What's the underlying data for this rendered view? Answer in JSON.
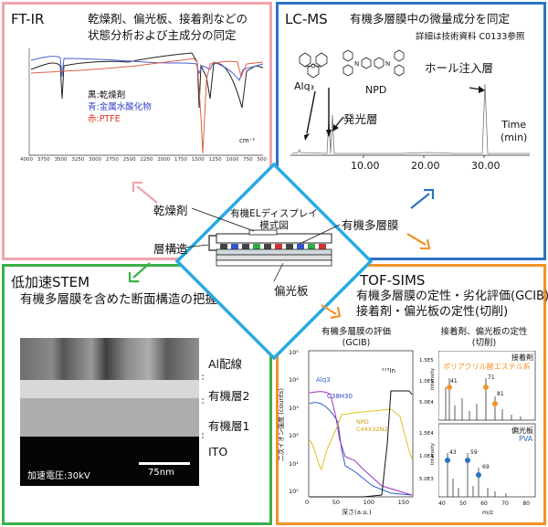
{
  "colors": {
    "ftir": "#f2a3ad",
    "lcms": "#2a73c4",
    "stem": "#3cb04a",
    "tofsims": "#f4922a",
    "diamond": "#29a9e1"
  },
  "ftir": {
    "title": "FT-IR",
    "desc": [
      "乾燥剤、偏光板、接着剤などの",
      "状態分析および主成分の同定"
    ],
    "legend": [
      "黒:乾燥剤",
      "青:金属水酸化物",
      "赤:PTFE"
    ],
    "unit": "cm⁻¹",
    "ticks": [
      "4000",
      "3750",
      "3500",
      "3250",
      "3000",
      "2750",
      "2500",
      "2250",
      "2000",
      "1750",
      "1500",
      "1250",
      "1000",
      "750",
      "500"
    ]
  },
  "lcms": {
    "title": "LC-MS",
    "desc": "有機多層膜中の微量成分を同定",
    "ref": "詳細は技術資料 C0133参照",
    "labels": {
      "alq3": "Alq₃",
      "npd": "NPD",
      "emit": "発光層",
      "hole": "ホール注入層"
    },
    "time_label": [
      "Time",
      "(min)"
    ],
    "ticks": [
      "10.00",
      "20.00",
      "30.00"
    ]
  },
  "stem": {
    "title": "低加速STEM",
    "desc": "有機多層膜を含めた断面構造の把握",
    "layers": [
      "Al配線",
      "有機層2",
      "有機層1",
      "ITO"
    ],
    "voltage": "加速電圧:30kV",
    "scale": "75nm"
  },
  "center": {
    "title": [
      "有機ELディスプレイ",
      "模式図"
    ],
    "labels": {
      "dry": "乾燥剤",
      "struct": "層構造",
      "multi": "有機多層膜",
      "polar": "偏光板"
    }
  },
  "tof": {
    "title": "TOF-SIMS",
    "desc": [
      "有機多層膜の定性・劣化評価(GCIB)",
      "接着剤・偏光板の定性(切削)"
    ],
    "left": {
      "title": [
        "有機多層膜の評価",
        "(GCIB)"
      ],
      "ylabel": "二次イオン強度 (counts)",
      "xlabel": "深さ(a.u.)",
      "yticks": [
        "10⁵",
        "10⁴",
        "10³",
        "10²",
        "10¹",
        "10⁰"
      ],
      "xticks": [
        "0",
        "50",
        "100",
        "150"
      ],
      "series": [
        "Alq3",
        "C38H30",
        "NPD C44X32N2",
        "¹¹³In"
      ]
    },
    "right": {
      "title": [
        "接着剤、偏光板の定性",
        "(切削)"
      ],
      "top": {
        "name": "接着剤",
        "compound": "ポリアクリル酸エステル系",
        "yticks": [
          "1.5E5",
          "1.0E5",
          "5.0E4"
        ],
        "peaks": [
          "41",
          "71",
          "81"
        ]
      },
      "bottom": {
        "name": "偏光板",
        "compound": "PVA",
        "yticks": [
          "1.5E4",
          "1.0E4",
          "5.0E3"
        ],
        "peaks": [
          "43",
          "59",
          "69"
        ]
      },
      "ylabel": "Intensity",
      "xticks": [
        "40",
        "50",
        "60",
        "70",
        "80"
      ],
      "xlabel": "m/z"
    }
  }
}
